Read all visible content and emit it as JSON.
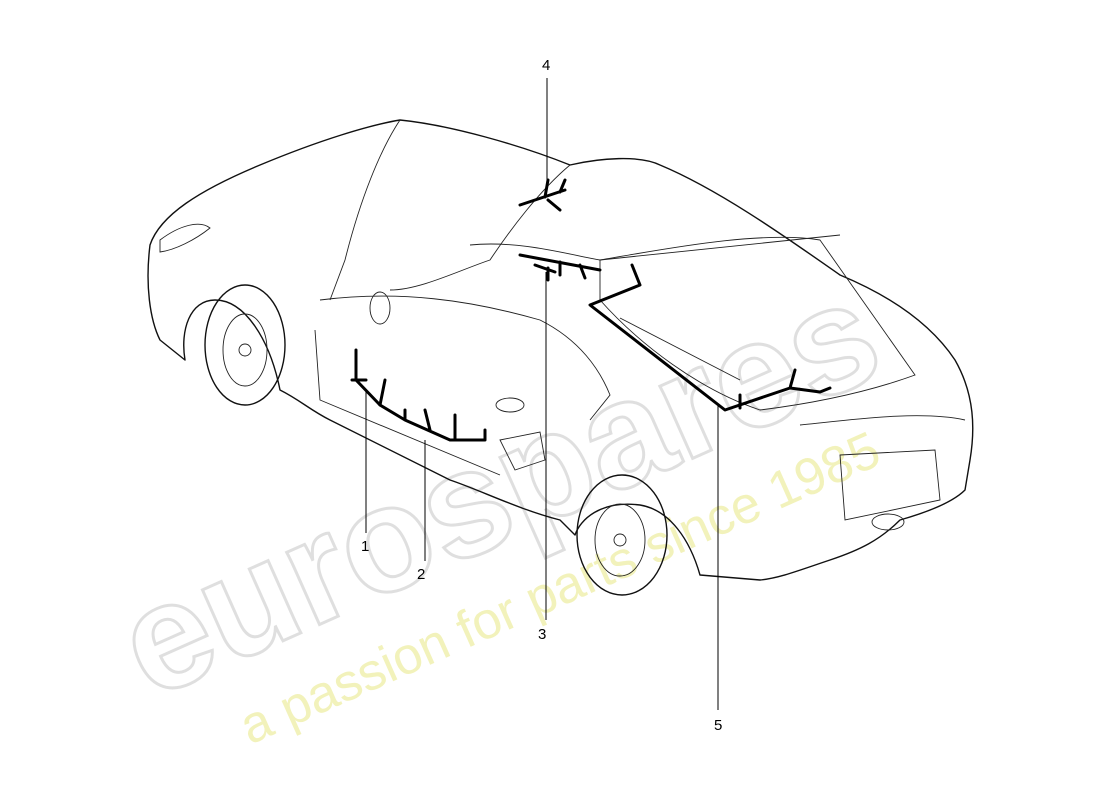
{
  "callouts": [
    {
      "label": "1"
    },
    {
      "label": "2"
    },
    {
      "label": "3"
    },
    {
      "label": "4"
    },
    {
      "label": "5"
    }
  ],
  "watermark": {
    "brand": "eurospares",
    "tagline": "a passion for parts since 1985",
    "brand_color": "#d8d8d8",
    "tagline_color": "#f0f0b0"
  }
}
